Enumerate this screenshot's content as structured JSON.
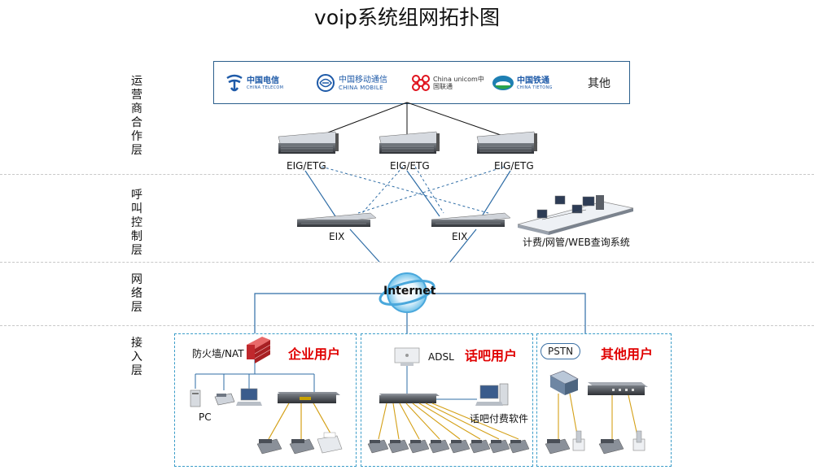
{
  "title": "voip系统组网拓扑图",
  "layers": [
    {
      "label": "运营商合作层"
    },
    {
      "label": "呼叫控制层"
    },
    {
      "label": "网络层"
    },
    {
      "label": "接入层"
    }
  ],
  "carriers": {
    "telecom": {
      "name": "中国电信",
      "sub": "CHINA TELECOM"
    },
    "mobile": {
      "name": "中国移动通信",
      "sub": "CHINA MOBILE"
    },
    "unicom": {
      "name": "China unicom中国联通",
      "sub": ""
    },
    "tietong": {
      "name": "中国铁通",
      "sub": "CHINA TIETONG"
    },
    "other": "其他"
  },
  "gateways": [
    "EIG/ETG",
    "EIG/ETG",
    "EIG/ETG"
  ],
  "controllers": [
    "EIX",
    "EIX"
  ],
  "billing_label": "计费/网管/WEB查询系统",
  "internet_label": "Internet",
  "access": {
    "enterprise": {
      "title": "企业用户",
      "firewall": "防火墙/NAT",
      "pc": "PC"
    },
    "cafe": {
      "title": "话吧用户",
      "adsl": "ADSL",
      "software": "话吧付费软件"
    },
    "others": {
      "title": "其他用户",
      "pstn": "PSTN"
    }
  },
  "colors": {
    "accent_red": "#e00000",
    "line_blue": "#2f6da6",
    "box_dash": "#3a9cc8",
    "wire_gold": "#d4a017"
  }
}
